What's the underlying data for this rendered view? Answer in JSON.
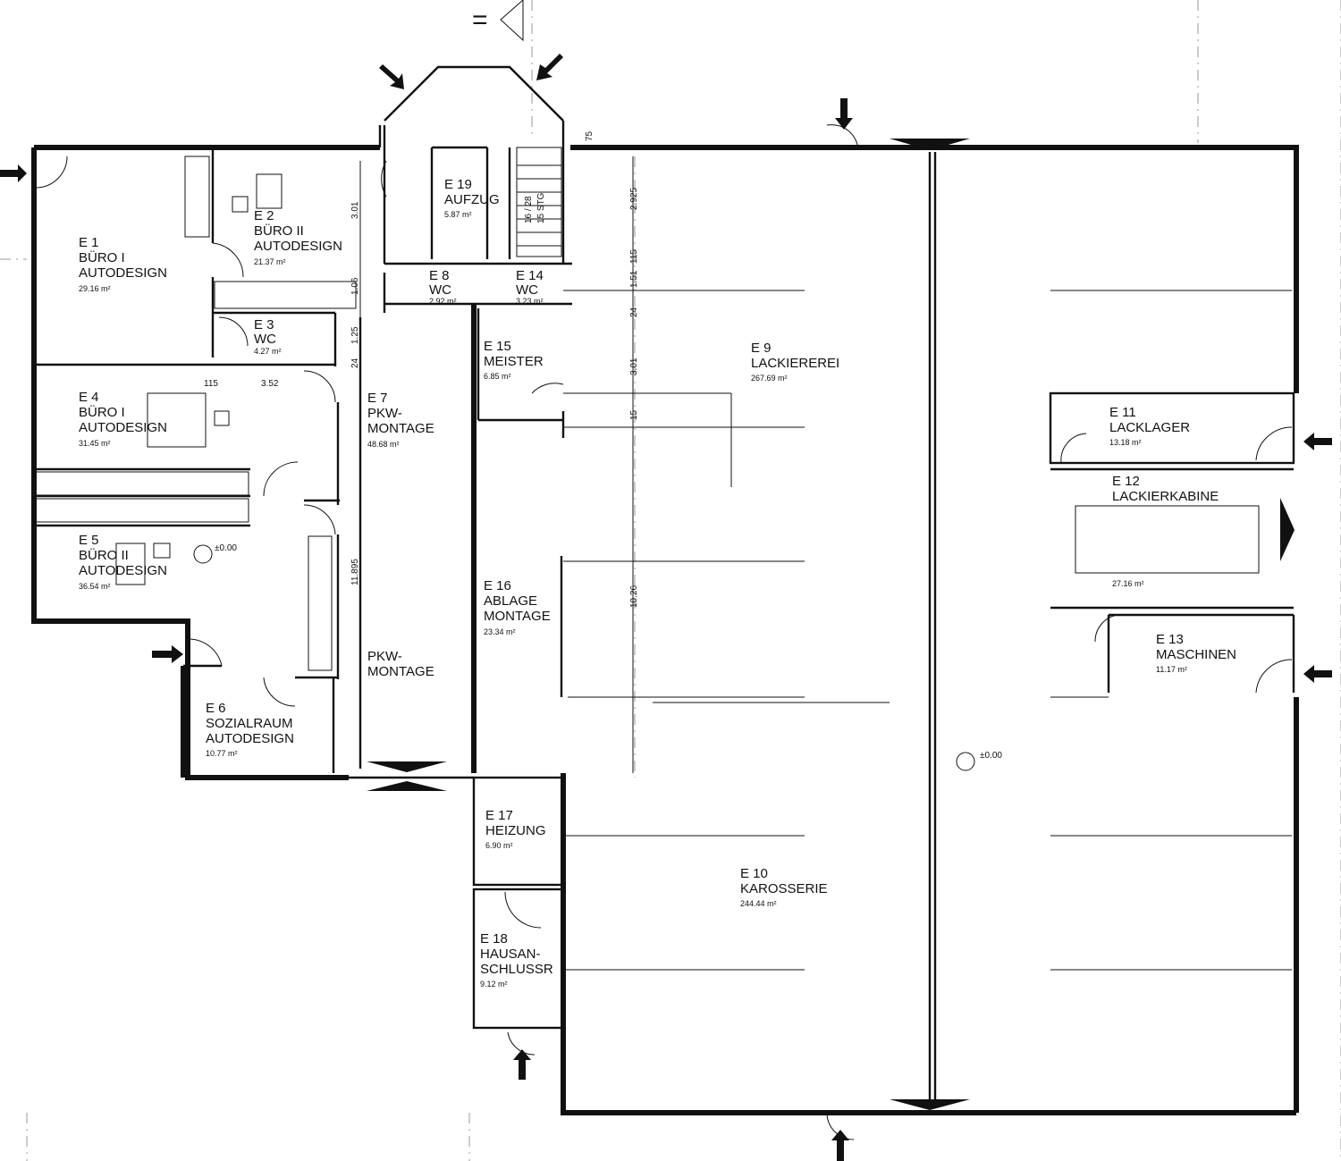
{
  "north": {
    "symbol": "="
  },
  "rooms": [
    {
      "id": "E 1",
      "line1": "BÜRO I",
      "line2": "AUTODESIGN",
      "area": "29.16 m²"
    },
    {
      "id": "E 2",
      "line1": "BÜRO II",
      "line2": "AUTODESIGN",
      "area": "21.37 m²"
    },
    {
      "id": "E 3",
      "line1": "WC",
      "line2": "",
      "area": "4.27 m²"
    },
    {
      "id": "E 4",
      "line1": "BÜRO I",
      "line2": "AUTODESIGN",
      "area": "31.45 m²"
    },
    {
      "id": "E 5",
      "line1": "BÜRO II",
      "line2": "AUTODESIGN",
      "area": "36.54 m²"
    },
    {
      "id": "E 6",
      "line1": "SOZIALRAUM",
      "line2": "AUTODESIGN",
      "area": "10.77 m²"
    },
    {
      "id": "E 7",
      "line1": "PKW-",
      "line2": "MONTAGE",
      "area": "48.68 m²"
    },
    {
      "id": "E 8",
      "line1": "WC",
      "line2": "",
      "area": "2.92 m²"
    },
    {
      "id": "E 9",
      "line1": "LACKIEREREI",
      "line2": "",
      "area": "267.69 m²"
    },
    {
      "id": "E 10",
      "line1": "KAROSSERIE",
      "line2": "",
      "area": "244.44 m²"
    },
    {
      "id": "E 11",
      "line1": "LACKLAGER",
      "line2": "",
      "area": "13.18 m²"
    },
    {
      "id": "E 12",
      "line1": "LACKIERKABINE",
      "line2": "",
      "area": "27.16 m²"
    },
    {
      "id": "E 13",
      "line1": "MASCHINEN",
      "line2": "",
      "area": "11.17 m²"
    },
    {
      "id": "E 14",
      "line1": "WC",
      "line2": "",
      "area": "3.23 m²"
    },
    {
      "id": "E 15",
      "line1": "MEISTER",
      "line2": "",
      "area": "6.85 m²"
    },
    {
      "id": "E 16",
      "line1": "ABLAGE",
      "line2": "MONTAGE",
      "area": "23.34 m²"
    },
    {
      "id": "E 17",
      "line1": "HEIZUNG",
      "line2": "",
      "area": "6.90 m²"
    },
    {
      "id": "E 18",
      "line1": "HAUSAN-",
      "line2": "SCHLUSSR",
      "area": "9.12 m²"
    },
    {
      "id": "E 19",
      "line1": "AUFZUG",
      "line2": "",
      "area": "5.87 m²"
    }
  ],
  "extra_labels": {
    "pkw1": "PKW-",
    "pkw2": "MONTAGE"
  },
  "levels": {
    "office": "±0.00",
    "hall": "±0.00"
  },
  "dimensions": {
    "d301a": "3.01",
    "d106": "1.06",
    "d125": "1.25",
    "d24a": "24",
    "d352": "3.52",
    "d115a": "115",
    "d11895": "11.895",
    "d75": "75",
    "d2925": "2.925",
    "d115b": "115",
    "d151": "1.51",
    "d24b": "24",
    "d301b": "3.01",
    "d15": "15",
    "d1026": "10.26"
  },
  "stairs": {
    "text1": "16 / 28",
    "text2": "15 STG"
  }
}
